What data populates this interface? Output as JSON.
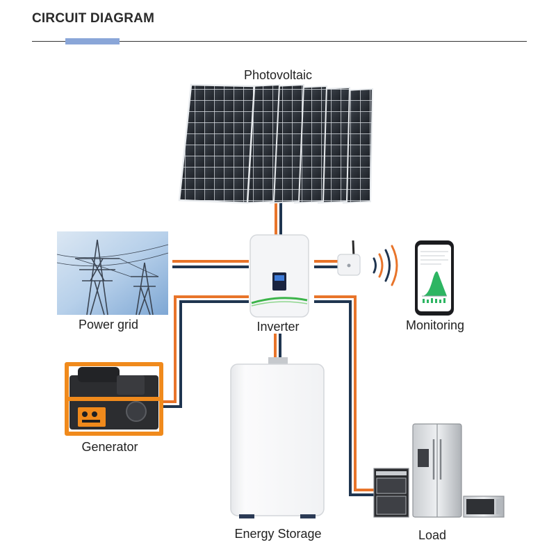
{
  "header": {
    "title": "CIRCUIT DIAGRAM"
  },
  "labels": {
    "photovoltaic": "Photovoltaic",
    "power_grid": "Power grid",
    "inverter": "Inverter",
    "monitoring": "Monitoring",
    "generator": "Generator",
    "energy_storage": "Energy Storage",
    "load": "Load"
  },
  "colors": {
    "cable_orange": "#e8742a",
    "cable_navy": "#1f3550",
    "accent_blue": "#8aa6d8",
    "inverter_green": "#3cb44a",
    "generator_orange": "#f08a1c"
  },
  "icons": [
    "solar-panel-icon",
    "transmission-tower-icon",
    "inverter-icon",
    "wifi-dongle-icon",
    "signal-waves-icon",
    "smartphone-icon",
    "generator-icon",
    "battery-cabinet-icon",
    "refrigerator-icon",
    "oven-icon",
    "microwave-icon"
  ]
}
